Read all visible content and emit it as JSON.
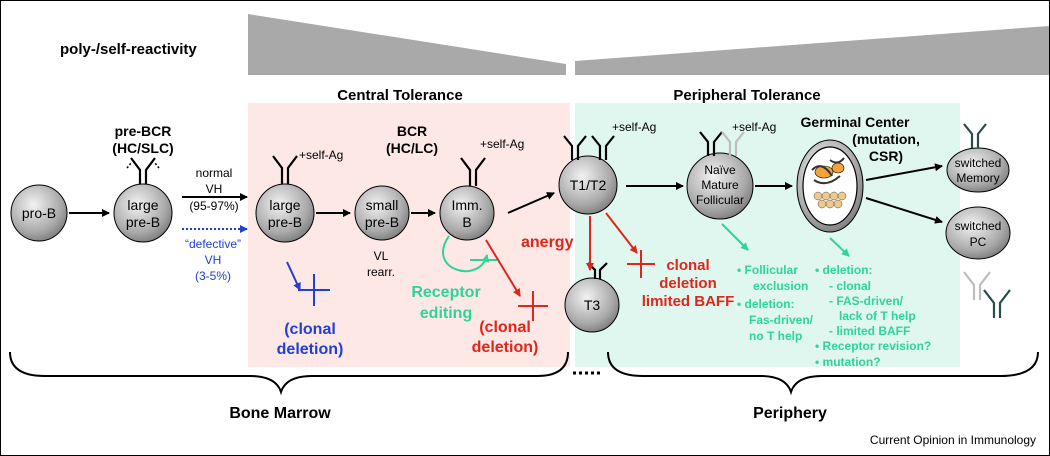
{
  "title": "poly-/self-reactivity",
  "regions": {
    "central": "Central Tolerance",
    "peripheral": "Peripheral Tolerance",
    "bone_marrow": "Bone Marrow",
    "periphery": "Periphery"
  },
  "cells": {
    "pro_b": "pro-B",
    "large_pre_b_1": [
      "large",
      "pre-B"
    ],
    "large_pre_b_2": [
      "large",
      "pre-B"
    ],
    "small_pre_b": [
      "small",
      "pre-B"
    ],
    "imm_b": [
      "Imm.",
      "B"
    ],
    "t1t2": "T1/T2",
    "t3": "T3",
    "naive": [
      "Naïve",
      "Mature",
      "Follicular"
    ],
    "memory": [
      "switched",
      "Memory"
    ],
    "pc": [
      "switched",
      "PC"
    ]
  },
  "receptors": {
    "pre_bcr": [
      "pre-BCR",
      "(HC/SLC)"
    ],
    "bcr": [
      "BCR",
      "(HC/LC)"
    ],
    "self_ag": "+self-Ag",
    "germinal_center": [
      "Germinal Center",
      "(mutation,",
      "CSR)"
    ]
  },
  "transitions": {
    "normal": [
      "normal",
      "VH",
      "(95-97%)"
    ],
    "defective": [
      "“defective”",
      "VH",
      "(3-5%)"
    ],
    "vl_rearr": [
      "VL",
      "rearr."
    ]
  },
  "outcomes": {
    "clonal_deletion_blue": [
      "(clonal",
      "deletion)"
    ],
    "receptor_editing": [
      "Receptor",
      "editing"
    ],
    "clonal_deletion_red": [
      "(clonal",
      "deletion)"
    ],
    "anergy": "anergy",
    "clonal_deletion_baff": [
      "clonal",
      "deletion",
      "limited BAFF"
    ]
  },
  "follicular_list": [
    "• Follicular",
    "exclusion",
    "• deletion:",
    "Fas-driven/",
    "no T help"
  ],
  "gc_list": [
    "• deletion:",
    "- clonal",
    "- FAS-driven/",
    "lack of T help",
    "- limited BAFF",
    "• Receptor revision?",
    "• mutation?"
  ],
  "credit": "Current Opinion in Immunology",
  "colors": {
    "central_bg": "#fde8e6",
    "peripheral_bg": "#dff7ee",
    "blue": "#1f3fd6",
    "red": "#e0251b",
    "green": "#2fd49a"
  }
}
